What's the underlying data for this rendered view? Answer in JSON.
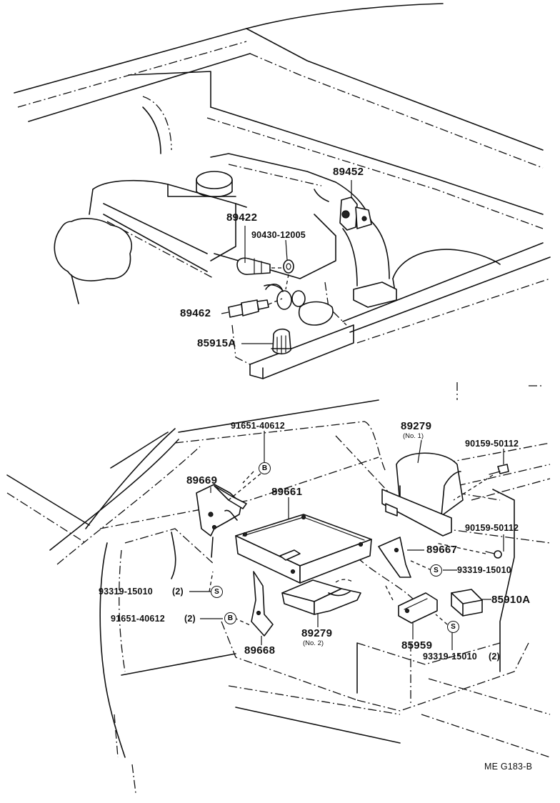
{
  "parts": {
    "p89452": "89452",
    "p89422": "89422",
    "p90430": "90430-12005",
    "p89462": "89462",
    "p85915A": "85915A",
    "p91651_top": "91651-40612",
    "p89279_no1": "89279",
    "p89279_no1_note": "(No. 1)",
    "p90159_top": "90159-50112",
    "p89669": "89669",
    "p89661": "89661",
    "p90159_mid": "90159-50112",
    "p89667": "89667",
    "p93319_right": "93319-15010",
    "p93319_left": "93319-15010",
    "p93319_left_qty": "(2)",
    "p85910A": "85910A",
    "p91651_left": "91651-40612",
    "p91651_left_qty": "(2)",
    "p89279_no2": "89279",
    "p89279_no2_note": "(No. 2)",
    "p85959": "85959",
    "p89668": "89668",
    "p93319_bottom": "93319-15010",
    "p93319_bottom_qty": "(2)"
  },
  "symbols": {
    "bolt": "B",
    "screw": "S"
  },
  "footer": {
    "code": "ME  G183-B"
  }
}
